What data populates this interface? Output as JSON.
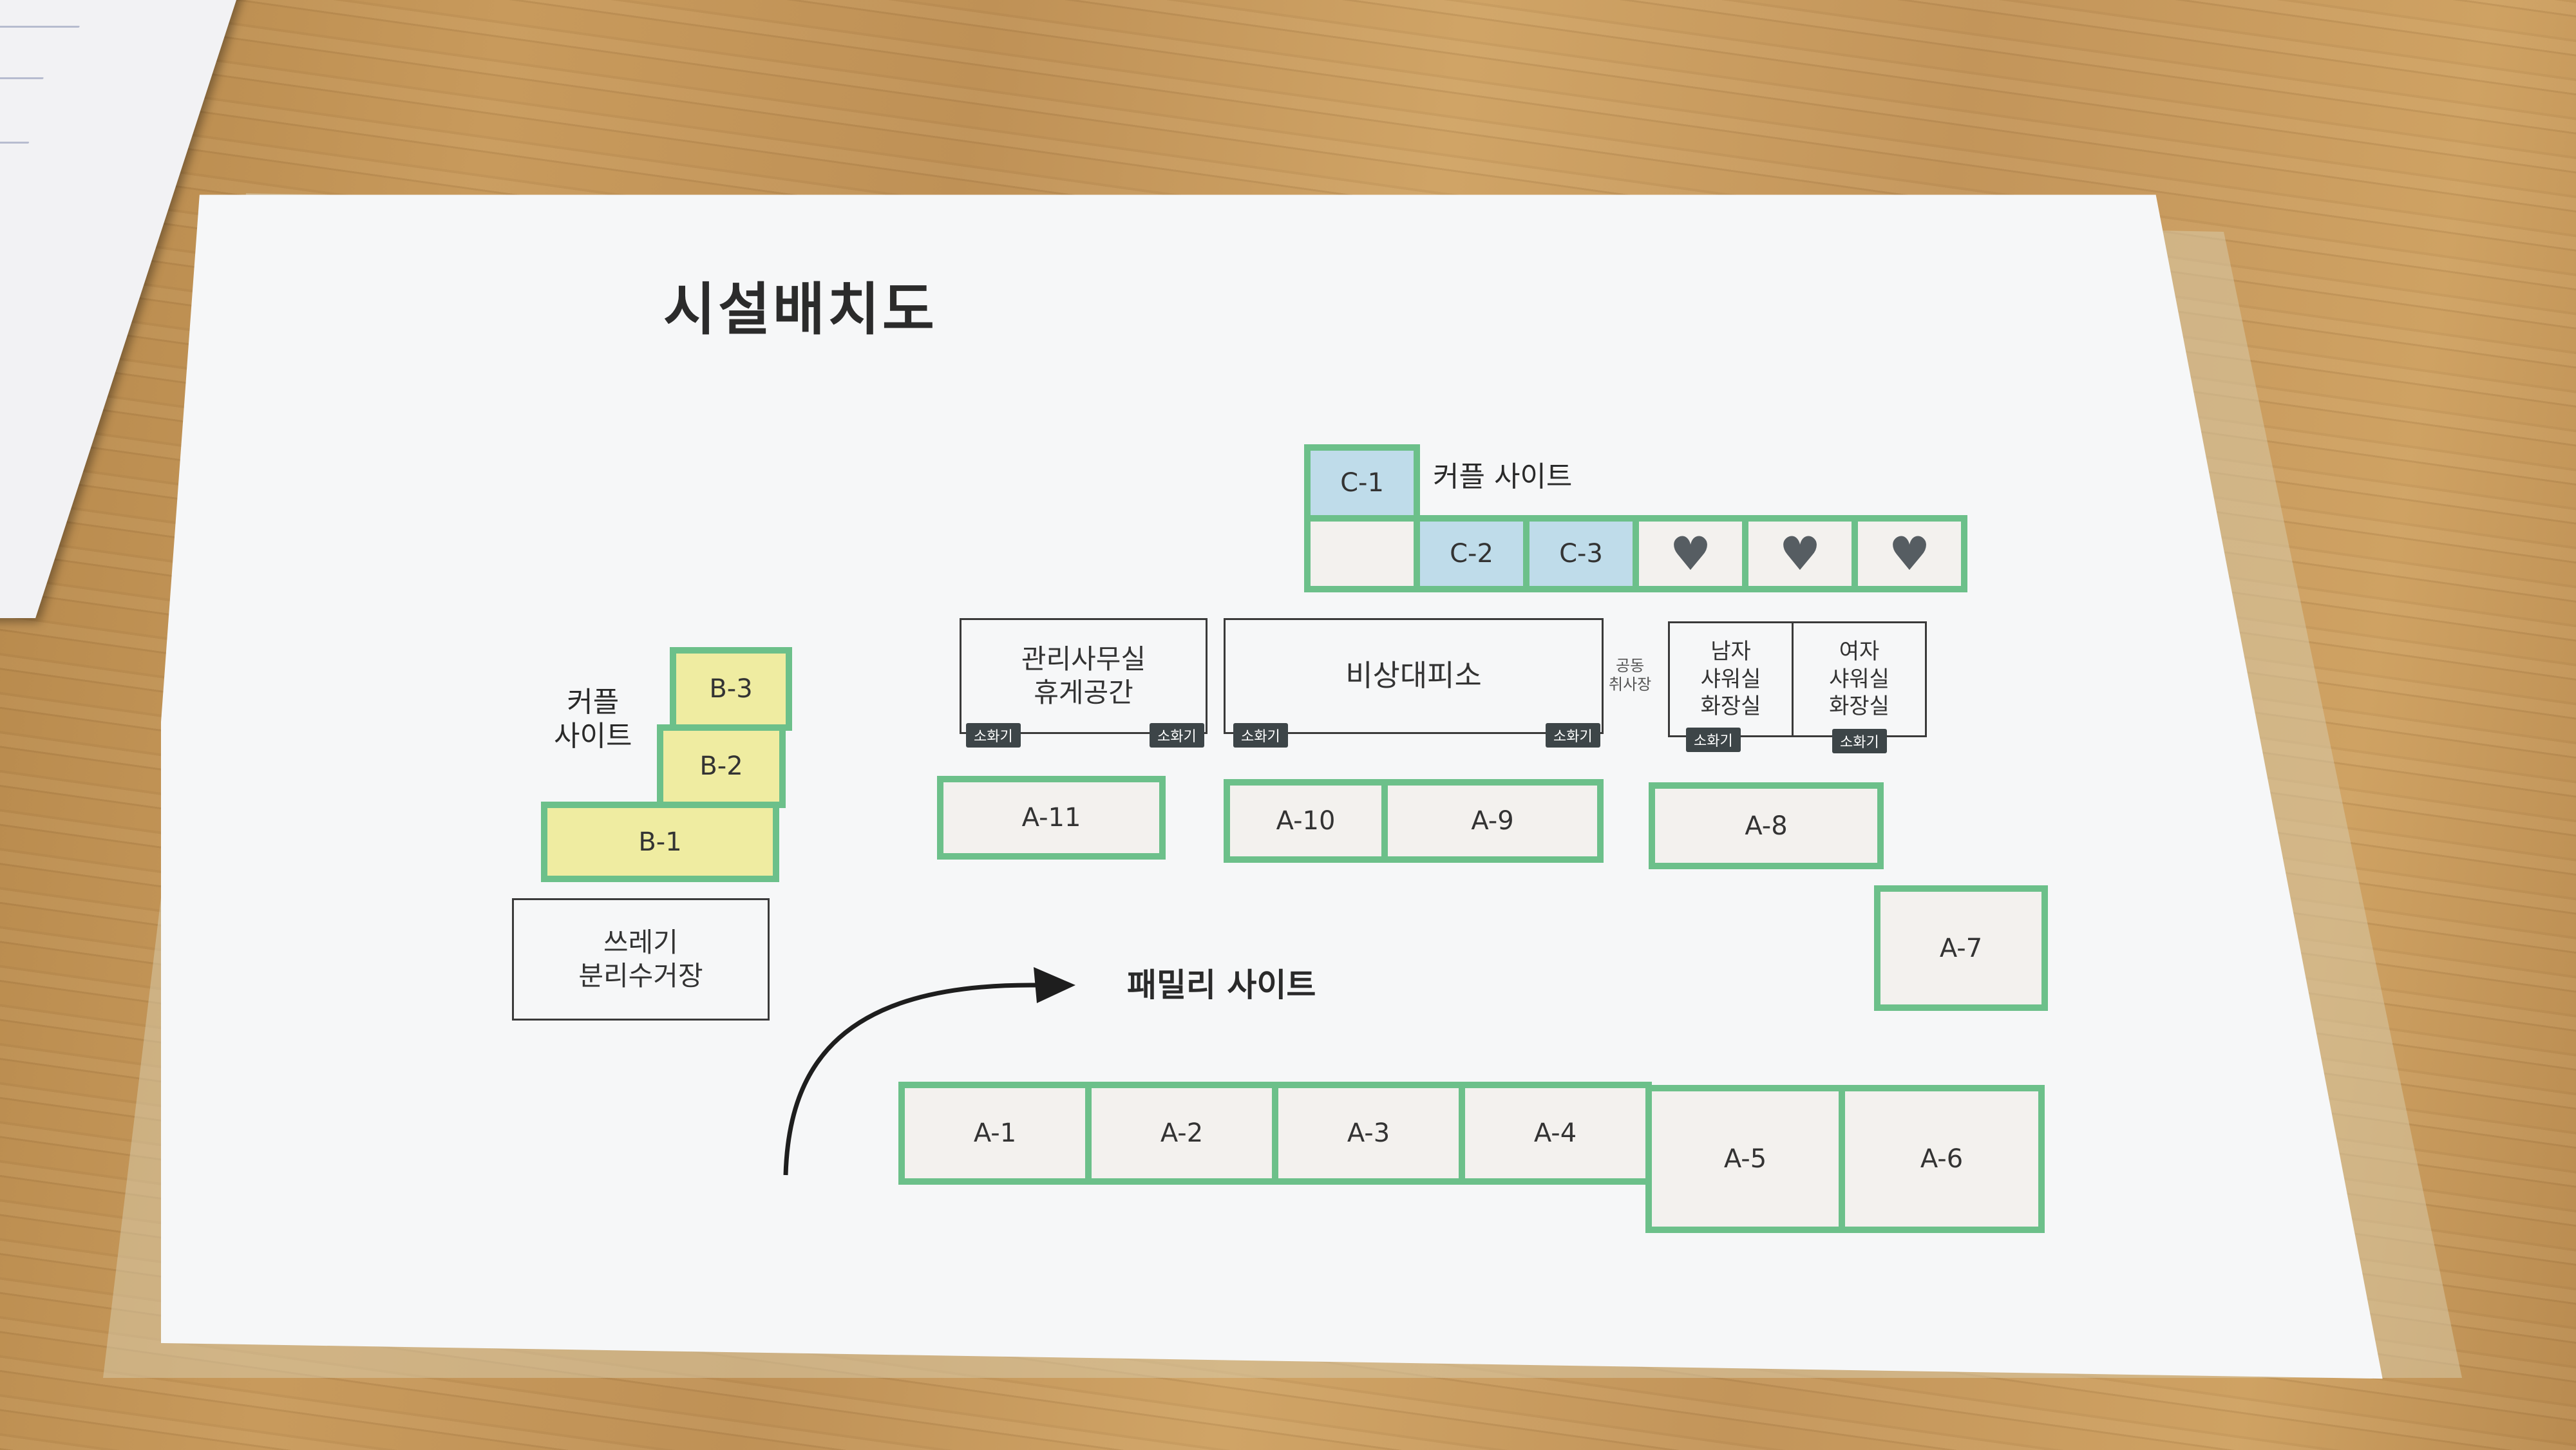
{
  "title": "시설배치도",
  "couple_site_top_label": "커플 사이트",
  "couple_site_left_label": "커플\n사이트",
  "family_site_label": "패밀리 사이트",
  "sites": {
    "c1": "C-1",
    "c2": "C-2",
    "c3": "C-3",
    "b1": "B-1",
    "b2": "B-2",
    "b3": "B-3",
    "a1": "A-1",
    "a2": "A-2",
    "a3": "A-3",
    "a4": "A-4",
    "a5": "A-5",
    "a6": "A-6",
    "a7": "A-7",
    "a8": "A-8",
    "a9": "A-9",
    "a10": "A-10",
    "a11": "A-11"
  },
  "buildings": {
    "office": "관리사무실\n휴게공간",
    "shelter": "비상대피소",
    "kitchen": "공동\n취사장",
    "mens": "남자\n샤워실\n화장실",
    "womens": "여자\n샤워실\n화장실",
    "trash": "쓰레기\n분리수거장"
  },
  "extinguisher": "소화기",
  "colors": {
    "site_border": "#6cc08a",
    "couple_blue": "#bfdcea",
    "couple_yellow": "#efeca1",
    "heart": "#565d62"
  },
  "icons": {
    "heart": "heart-icon",
    "arrow": "curved-arrow-icon"
  }
}
